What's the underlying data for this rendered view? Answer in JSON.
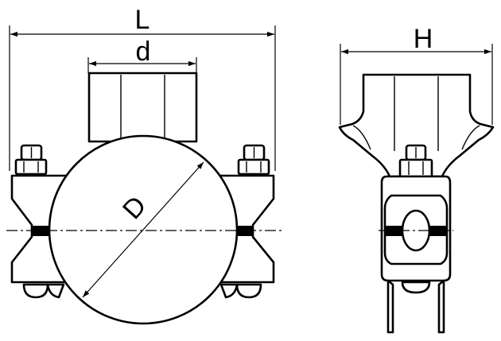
{
  "labels": {
    "length": "L",
    "outlet_diameter": "d",
    "pipe_diameter": "D",
    "height": "H"
  },
  "colors": {
    "line": "#000000",
    "background": "#ffffff"
  }
}
